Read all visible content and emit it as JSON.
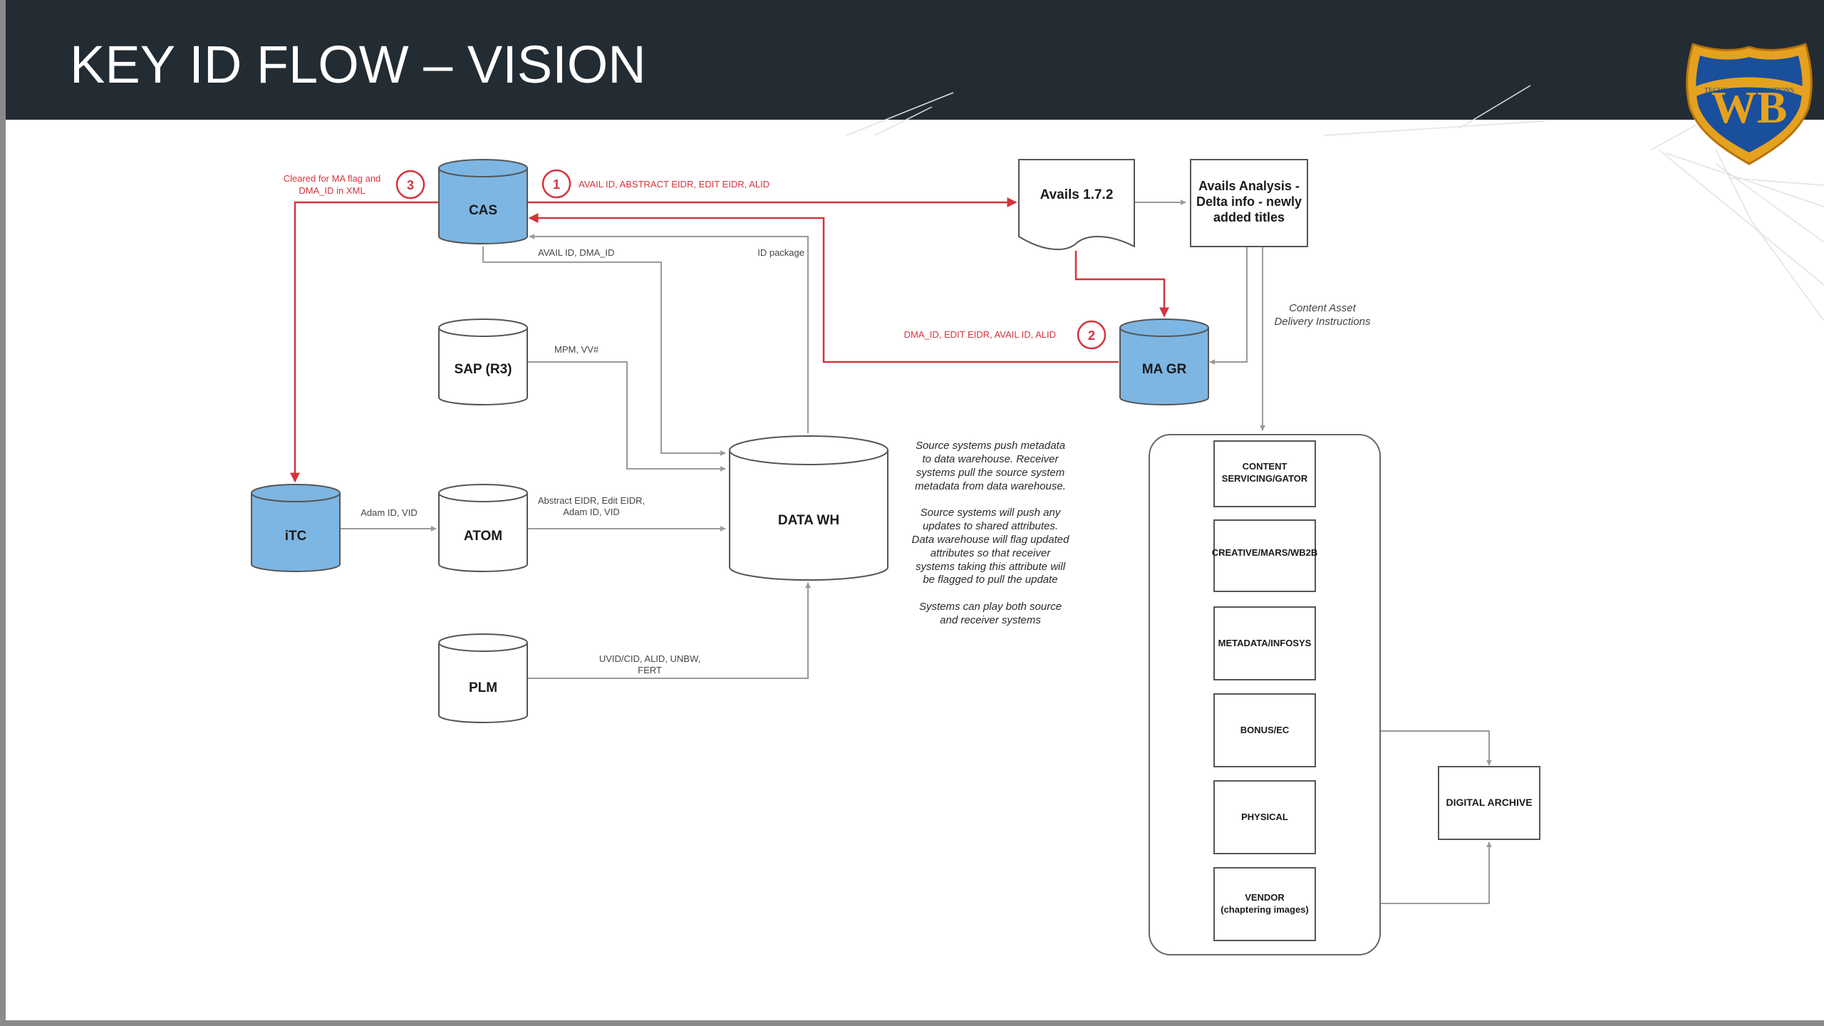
{
  "slide": {
    "title": "KEY ID FLOW – VISION",
    "logo_text": "TECHNOLOGY SOLUTIONS",
    "logo_letters": "WB"
  },
  "colors": {
    "header_bg": "#232b33",
    "cylinder_blue": "#7db6e3",
    "flow_red": "#d3343c",
    "flow_grey": "#9a9a9a",
    "logo_blue": "#1a4f9c",
    "logo_gold": "#e5a21e"
  },
  "nodes": {
    "cas": "CAS",
    "sap": "SAP (R3)",
    "itc": "iTC",
    "atom": "ATOM",
    "plm": "PLM",
    "data_wh": "DATA WH",
    "avails": "Avails 1.7.2",
    "avails_analysis": [
      "Avails Analysis -",
      "Delta info - newly",
      "added titles"
    ],
    "ma_gr": "MA GR",
    "digital_archive": "DIGITAL ARCHIVE"
  },
  "receivers": [
    [
      "CONTENT",
      "SERVICING/GATOR"
    ],
    [
      "CREATIVE/MARS/WB2B"
    ],
    [
      "METADATA/INFOSYS"
    ],
    [
      "BONUS/EC"
    ],
    [
      "PHYSICAL"
    ],
    [
      "VENDOR",
      "(chaptering images)"
    ]
  ],
  "steps": {
    "one": "1",
    "two": "2",
    "three": "3"
  },
  "edge_labels": {
    "step1": "AVAIL ID, ABSTRACT EIDR, EDIT EIDR, ALID",
    "step2": "DMA_ID, EDIT EIDR, AVAIL ID, ALID",
    "step3": [
      "Cleared for MA flag and",
      "DMA_ID in XML"
    ],
    "cas_out": "AVAIL ID, DMA_ID",
    "id_package": "ID package",
    "sap_out": "MPM, VV#",
    "itc_atom": "Adam ID, VID",
    "atom_out": [
      "Abstract EIDR, Edit EIDR,",
      "Adam ID, VID"
    ],
    "plm_out": [
      "UVID/CID, ALID, UNBW,",
      "FERT"
    ],
    "content_asset": [
      "Content Asset",
      "Delivery Instructions"
    ]
  },
  "notes": [
    "Source systems push metadata",
    "to data warehouse.  Receiver",
    "systems pull  the source system",
    "metadata from data warehouse.",
    "",
    "Source systems will push any",
    "updates to shared attributes.",
    "Data warehouse will flag updated",
    "attributes so that receiver",
    "systems taking this attribute will",
    "be flagged to pull the update",
    "",
    "Systems can play both source",
    "and receiver systems"
  ]
}
